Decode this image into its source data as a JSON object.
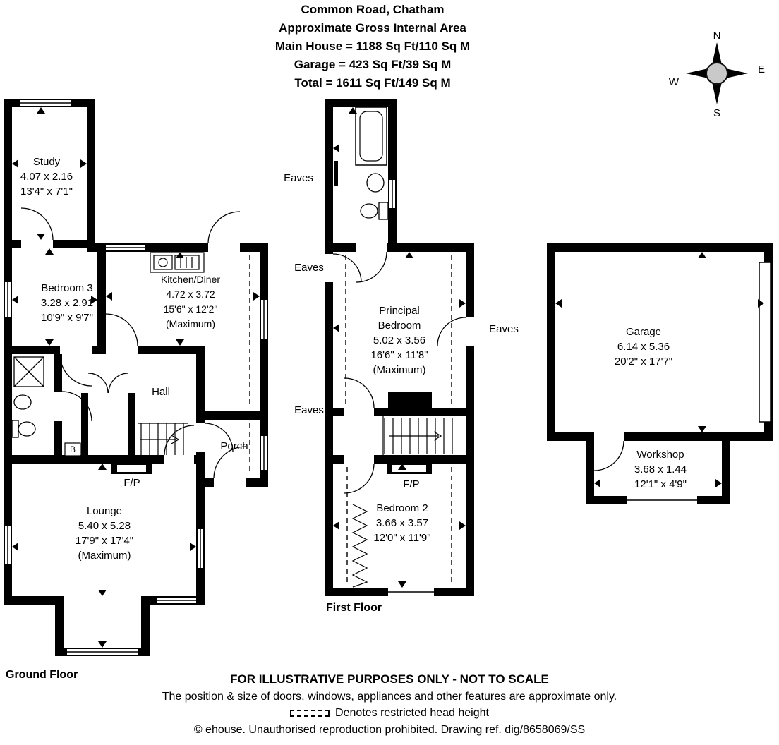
{
  "header": {
    "title": "Common Road, Chatham",
    "subtitle": "Approximate Gross Internal Area",
    "area_main": "Main House = 1188 Sq Ft/110 Sq M",
    "area_garage": "Garage = 423 Sq Ft/39 Sq M",
    "area_total": "Total = 1611 Sq Ft/149 Sq M"
  },
  "compass": {
    "n": "N",
    "e": "E",
    "s": "S",
    "w": "W"
  },
  "ground_floor": {
    "label": "Ground Floor",
    "study": {
      "name": "Study",
      "metric": "4.07 x 2.16",
      "imperial": "13'4\" x 7'1\""
    },
    "bedroom3": {
      "name": "Bedroom 3",
      "metric": "3.28 x 2.91",
      "imperial": "10'9\" x 9'7\""
    },
    "kitchen": {
      "name": "Kitchen/Diner",
      "metric": "4.72 x 3.72",
      "imperial": "15'6\" x 12'2\"",
      "note": "(Maximum)"
    },
    "hall": {
      "name": "Hall"
    },
    "porch": {
      "name": "Porch"
    },
    "lounge": {
      "name": "Lounge",
      "metric": "5.40 x 5.28",
      "imperial": "17'9\" x 17'4\"",
      "note": "(Maximum)"
    },
    "fireplace": "F/P",
    "boiler": "B"
  },
  "first_floor": {
    "label": "First Floor",
    "eaves": "Eaves",
    "principal": {
      "name_line1": "Principal",
      "name_line2": "Bedroom",
      "metric": "5.02 x 3.56",
      "imperial": "16'6\" x 11'8\"",
      "note": "(Maximum)"
    },
    "bedroom2": {
      "name": "Bedroom 2",
      "metric": "3.66 x 3.57",
      "imperial": "12'0\" x 11'9\""
    },
    "fireplace": "F/P"
  },
  "garage_block": {
    "garage": {
      "name": "Garage",
      "metric": "6.14 x 5.36",
      "imperial": "20'2\" x 17'7\""
    },
    "workshop": {
      "name": "Workshop",
      "metric": "3.68 x 1.44",
      "imperial": "12'1\" x 4'9\""
    }
  },
  "footer": {
    "disclaimer": "FOR ILLUSTRATIVE PURPOSES ONLY - NOT TO SCALE",
    "approx_note": "The position & size of doors, windows, appliances and other features are approximate only.",
    "legend_restricted": "Denotes restricted head height",
    "copyright": "© ehouse. Unauthorised reproduction prohibited. Drawing ref. dig/8658069/SS"
  },
  "colors": {
    "wall": "#000000",
    "background": "#ffffff"
  }
}
